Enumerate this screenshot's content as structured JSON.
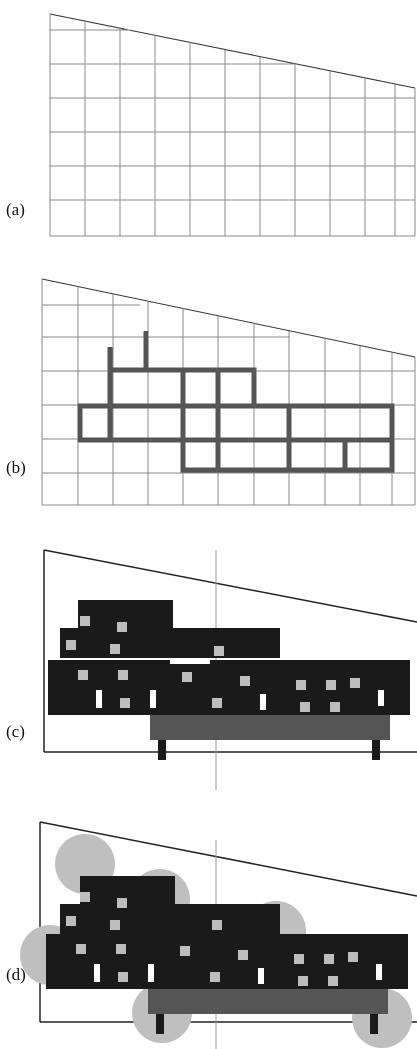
{
  "panels": [
    {
      "id": "a",
      "label": "(a)"
    },
    {
      "id": "b",
      "label": "(b)"
    },
    {
      "id": "c",
      "label": "(c)"
    },
    {
      "id": "d",
      "label": "(d)"
    }
  ],
  "colors": {
    "grid_line": "#8a8a8a",
    "outline": "#222222",
    "beam": "#555555",
    "dark_block": "#1a1a1a",
    "light_block": "#bdbdbd",
    "circle_fill": "#bfbfbf"
  }
}
